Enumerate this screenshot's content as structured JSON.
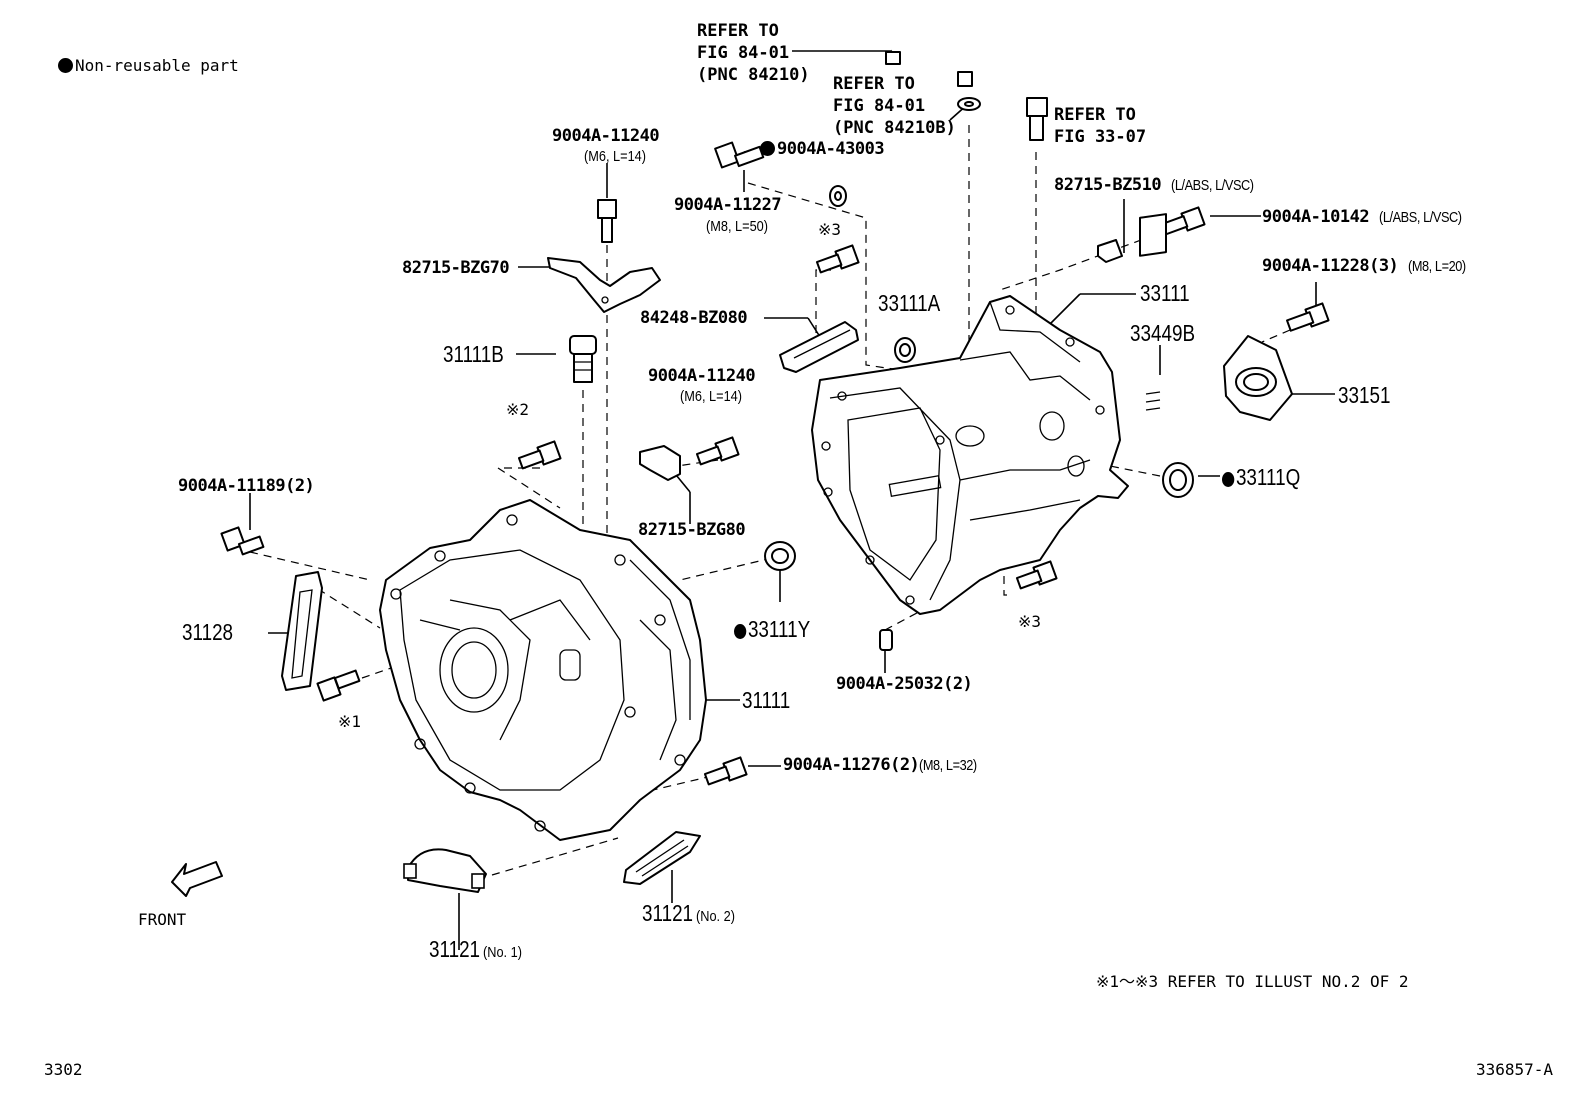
{
  "legend": {
    "text": "Non-reusable part"
  },
  "callouts": {
    "refer_84_01_a": {
      "l1": "REFER TO",
      "l2": "FIG 84-01",
      "l3": "(PNC 84210)"
    },
    "refer_84_01_b": {
      "l1": "REFER TO",
      "l2": "FIG 84-01",
      "l3": "(PNC 84210B)"
    },
    "refer_33_07": {
      "l1": "REFER TO",
      "l2": "FIG 33-07"
    }
  },
  "parts": {
    "p_9004a_11240_top": {
      "num": "9004A-11240",
      "spec": "(M6, L=14)"
    },
    "p_9004a_43003": {
      "num": "9004A-43003"
    },
    "p_9004a_11227": {
      "num": "9004A-11227",
      "spec": "(M8, L=50)"
    },
    "p_82715_bz510": {
      "num": "82715-BZ510",
      "spec": "(L/ABS, L/VSC)"
    },
    "p_9004a_10142": {
      "num": "9004A-10142",
      "spec": "(L/ABS, L/VSC)"
    },
    "p_9004a_11228": {
      "num": "9004A-11228(3)",
      "spec": "(M8, L=20)"
    },
    "p_82715_bzg70": {
      "num": "82715-BZG70"
    },
    "p_ref3_top": {
      "num": "※3"
    },
    "p_33111a": {
      "num": "33111A"
    },
    "p_33111": {
      "num": "33111"
    },
    "p_33449b": {
      "num": "33449B"
    },
    "p_84248_bz080": {
      "num": "84248-BZ080"
    },
    "p_31111b": {
      "num": "31111B"
    },
    "p_33151": {
      "num": "33151"
    },
    "p_9004a_11240_mid": {
      "num": "9004A-11240",
      "spec": "(M6, L=14)"
    },
    "p_ref2": {
      "num": "※2"
    },
    "p_33111q": {
      "num": "33111Q"
    },
    "p_9004a_11189": {
      "num": "9004A-11189(2)"
    },
    "p_82715_bzg80": {
      "num": "82715-BZG80"
    },
    "p_31128": {
      "num": "31128"
    },
    "p_33111y": {
      "num": "33111Y"
    },
    "p_ref3_bottom": {
      "num": "※3"
    },
    "p_9004a_25032": {
      "num": "9004A-25032(2)"
    },
    "p_31111": {
      "num": "31111"
    },
    "p_ref1": {
      "num": "※1"
    },
    "p_9004a_11276": {
      "num": "9004A-11276(2)",
      "spec": "(M8, L=32)"
    },
    "p_31121_no2": {
      "num": "31121",
      "spec": "(No. 2)"
    },
    "p_31121_no1": {
      "num": "31121",
      "spec": "(No. 1)"
    }
  },
  "front_label": "FRONT",
  "note": "※1～※3  REFER TO ILLUST NO.2 OF 2",
  "footer": {
    "left": "3302",
    "right": "336857-A"
  }
}
